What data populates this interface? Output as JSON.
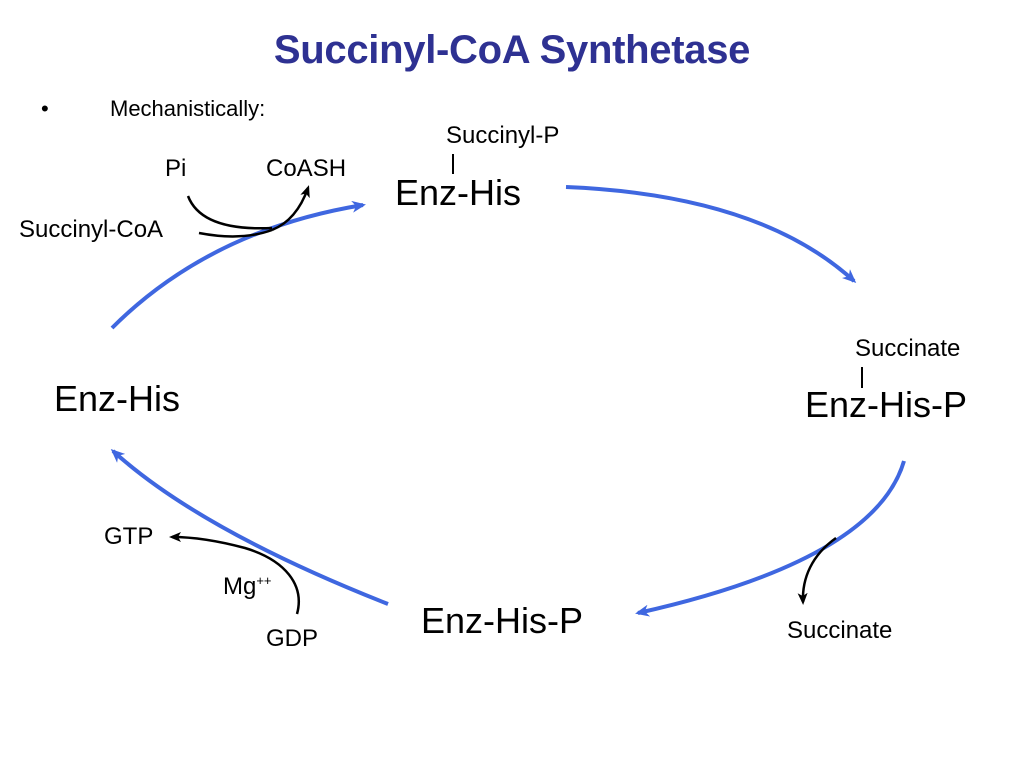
{
  "slide": {
    "title": "Succinyl-CoA Synthetase",
    "bullet_marker": "•",
    "bullet_text": "Mechanistically:"
  },
  "colors": {
    "title": "#2E3192",
    "cycle_arrow": "#3F67E0",
    "side_arrow": "#000000"
  },
  "nodes": {
    "top": {
      "label": "Enz-His",
      "attached": "Succinyl-P"
    },
    "right": {
      "label": "Enz-His-P",
      "attached": "Succinate"
    },
    "bottom": {
      "label": "Enz-His-P"
    },
    "left": {
      "label": "Enz-His"
    }
  },
  "reactants": {
    "pi": "Pi",
    "coash": "CoASH",
    "succinyl_coa": "Succinyl-CoA",
    "succinate_out": "Succinate",
    "gtp": "GTP",
    "mg": "Mg",
    "mg_charge": "++",
    "gdp": "GDP"
  }
}
